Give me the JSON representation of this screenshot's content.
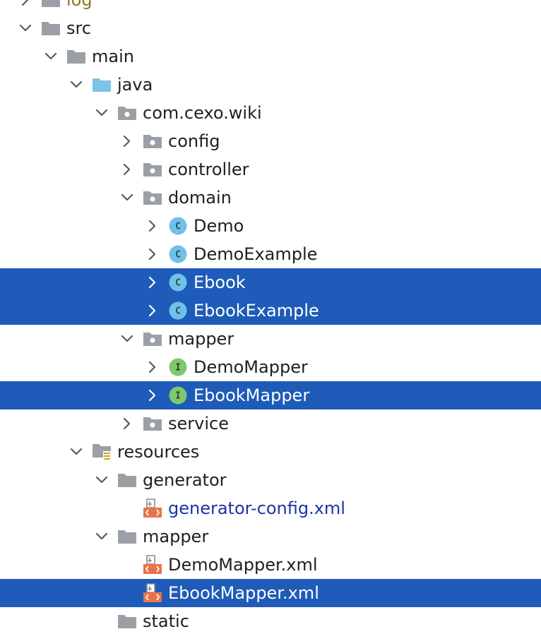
{
  "tree": {
    "colors": {
      "selection": "#1f5bb8",
      "folder": "#9aa0a6",
      "source_folder": "#7cc4ea",
      "class_icon": "#6fc1e8",
      "interface_icon": "#7ec86e",
      "xml_icon": "#e8734a",
      "link_text": "#1e33a6"
    },
    "rows": [
      {
        "label": "log",
        "depth": 0,
        "chevron": "collapsed",
        "icon": "folder-icon",
        "selected": false,
        "style": "olive"
      },
      {
        "label": "src",
        "depth": 0,
        "chevron": "expanded",
        "icon": "folder-icon",
        "selected": false
      },
      {
        "label": "main",
        "depth": 1,
        "chevron": "expanded",
        "icon": "folder-icon",
        "selected": false
      },
      {
        "label": "java",
        "depth": 2,
        "chevron": "expanded",
        "icon": "source-folder-icon",
        "selected": false
      },
      {
        "label": "com.cexo.wiki",
        "depth": 3,
        "chevron": "expanded",
        "icon": "package-icon",
        "selected": false
      },
      {
        "label": "config",
        "depth": 4,
        "chevron": "collapsed",
        "icon": "package-icon",
        "selected": false
      },
      {
        "label": "controller",
        "depth": 4,
        "chevron": "collapsed",
        "icon": "package-icon",
        "selected": false
      },
      {
        "label": "domain",
        "depth": 4,
        "chevron": "expanded",
        "icon": "package-icon",
        "selected": false
      },
      {
        "label": "Demo",
        "depth": 5,
        "chevron": "collapsed",
        "icon": "class-icon",
        "icon_letter": "C",
        "selected": false
      },
      {
        "label": "DemoExample",
        "depth": 5,
        "chevron": "collapsed",
        "icon": "class-icon",
        "icon_letter": "C",
        "selected": false
      },
      {
        "label": "Ebook",
        "depth": 5,
        "chevron": "collapsed",
        "icon": "class-icon",
        "icon_letter": "C",
        "selected": true
      },
      {
        "label": "EbookExample",
        "depth": 5,
        "chevron": "collapsed",
        "icon": "class-icon",
        "icon_letter": "C",
        "selected": true
      },
      {
        "label": "mapper",
        "depth": 4,
        "chevron": "expanded",
        "icon": "package-icon",
        "selected": false
      },
      {
        "label": "DemoMapper",
        "depth": 5,
        "chevron": "collapsed",
        "icon": "interface-icon",
        "icon_letter": "I",
        "selected": false
      },
      {
        "label": "EbookMapper",
        "depth": 5,
        "chevron": "collapsed",
        "icon": "interface-icon",
        "icon_letter": "I",
        "selected": true
      },
      {
        "label": "service",
        "depth": 4,
        "chevron": "collapsed",
        "icon": "package-icon",
        "selected": false
      },
      {
        "label": "resources",
        "depth": 2,
        "chevron": "expanded",
        "icon": "resources-folder-icon",
        "selected": false
      },
      {
        "label": "generator",
        "depth": 3,
        "chevron": "expanded",
        "icon": "folder-icon",
        "selected": false
      },
      {
        "label": "generator-config.xml",
        "depth": 4,
        "chevron": "none",
        "icon": "xml-file-icon",
        "selected": false,
        "style": "link"
      },
      {
        "label": "mapper",
        "depth": 3,
        "chevron": "expanded",
        "icon": "folder-icon",
        "selected": false
      },
      {
        "label": "DemoMapper.xml",
        "depth": 4,
        "chevron": "none",
        "icon": "xml-file-icon",
        "selected": false
      },
      {
        "label": "EbookMapper.xml",
        "depth": 4,
        "chevron": "none",
        "icon": "xml-file-icon",
        "selected": true
      },
      {
        "label": "static",
        "depth": 3,
        "chevron": "none",
        "icon": "folder-icon",
        "selected": false
      }
    ]
  }
}
